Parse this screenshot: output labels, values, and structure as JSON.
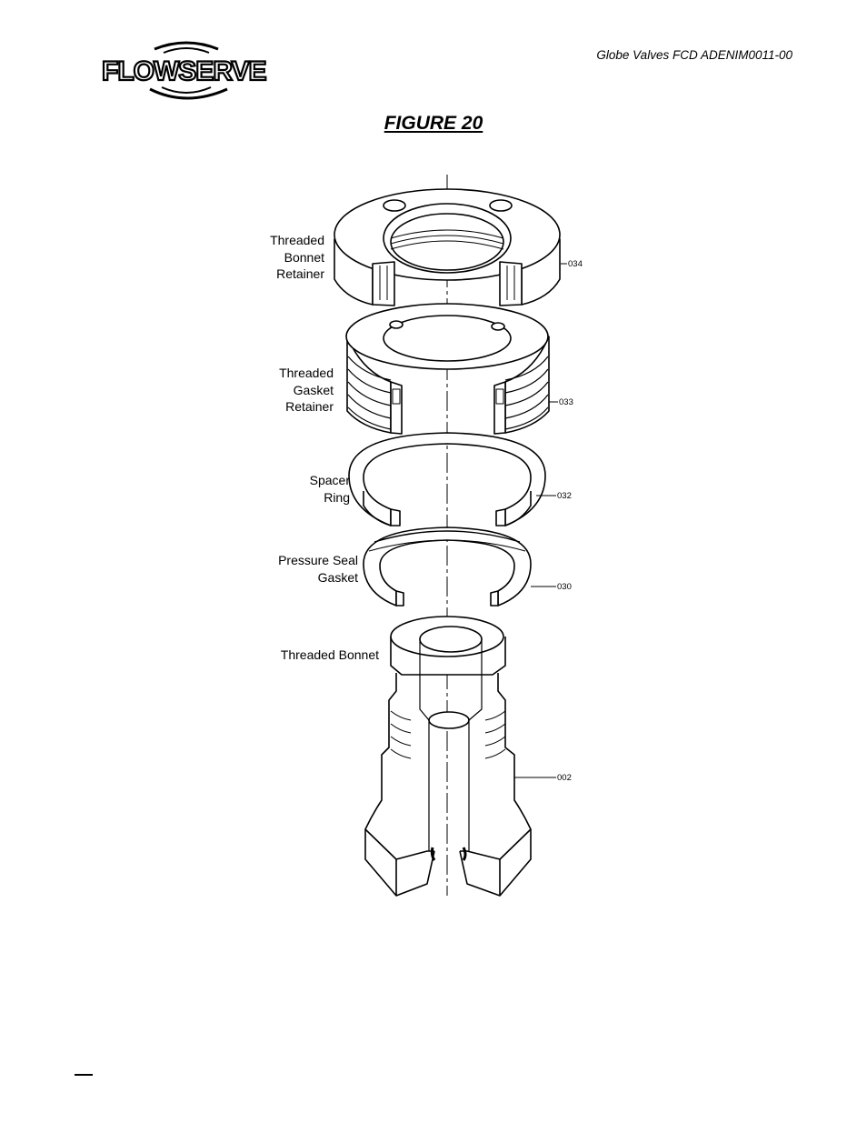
{
  "header": {
    "logo_text": "FLOWSERVE",
    "document_ref": "Globe Valves FCD ADENIM0011-00"
  },
  "figure": {
    "title": "FIGURE 20"
  },
  "labels": {
    "threaded_bonnet_retainer": [
      "Threaded",
      "Bonnet",
      "Retainer"
    ],
    "threaded_gasket_retainer": [
      "Threaded",
      "Gasket",
      "Retainer"
    ],
    "spacer_ring": [
      "Spacer",
      "Ring"
    ],
    "pressure_seal_gasket": [
      "Pressure Seal",
      "Gasket"
    ],
    "threaded_bonnet": [
      "Threaded Bonnet"
    ]
  },
  "callouts": {
    "bonnet_retainer": "034",
    "gasket_retainer": "033",
    "spacer_ring": "032",
    "pressure_seal_gasket": "030",
    "threaded_bonnet": "002"
  }
}
